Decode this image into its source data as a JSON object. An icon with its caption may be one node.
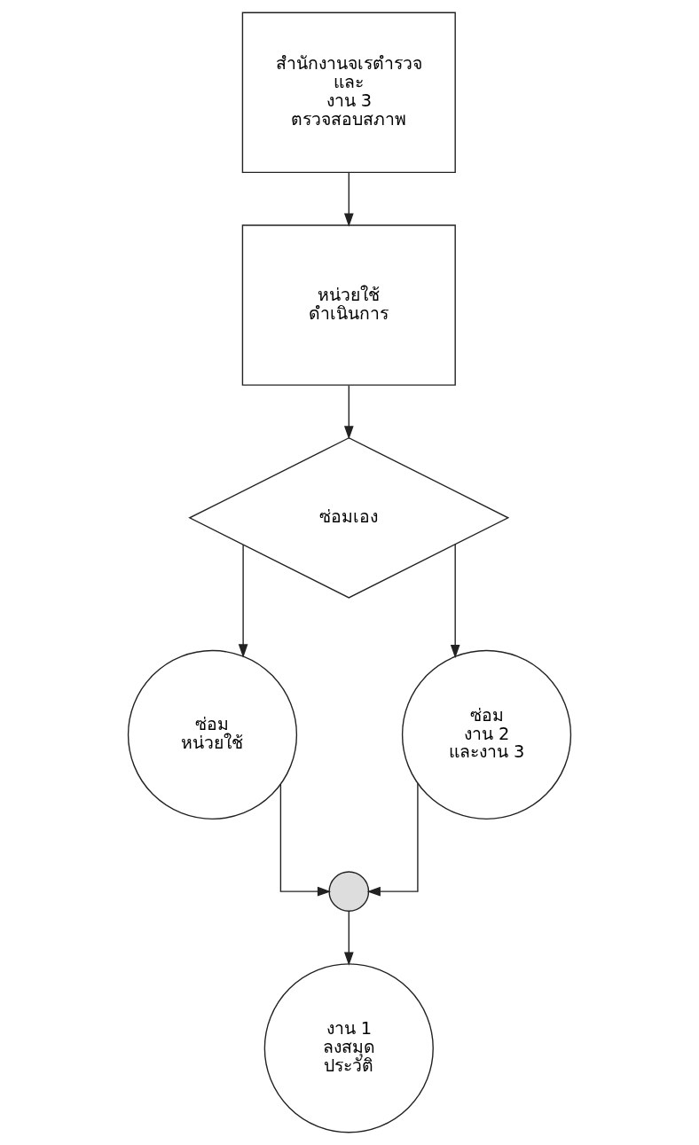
{
  "diagram": {
    "nodes": [
      {
        "text": [
          "สำนักงานจเรตำรวจ",
          "และ",
          "งาน 3",
          "ตรวจสอบสภาพ"
        ]
      },
      {
        "text": [
          "หน่วยใช้",
          "ดำเนินการ"
        ]
      },
      {
        "text": [
          "ซ่อมเอง"
        ]
      },
      {
        "text": [
          "ซ่อม",
          "หน่วยใช้"
        ]
      },
      {
        "text": [
          "ซ่อม",
          "งาน 2",
          "และงาน 3"
        ]
      },
      {
        "text": [],
        "shape": "circle"
      },
      {
        "text": [
          "งาน 1",
          "ลงสมุด",
          "ประวัติ"
        ]
      }
    ],
    "edges": [
      {
        "from": 0,
        "to": 1,
        "arrow": "to"
      },
      {
        "from": 1,
        "to": 2,
        "arrow": "to"
      },
      {
        "from": 2,
        "to": 3,
        "arrow": "to"
      },
      {
        "from": 2,
        "to": 4,
        "arrow": "to"
      },
      {
        "from": 3,
        "to": 5,
        "arrow": "to"
      },
      {
        "from": 4,
        "to": 5,
        "arrow": "to"
      },
      {
        "from": 5,
        "to": 6,
        "arrow": "to"
      }
    ]
  }
}
